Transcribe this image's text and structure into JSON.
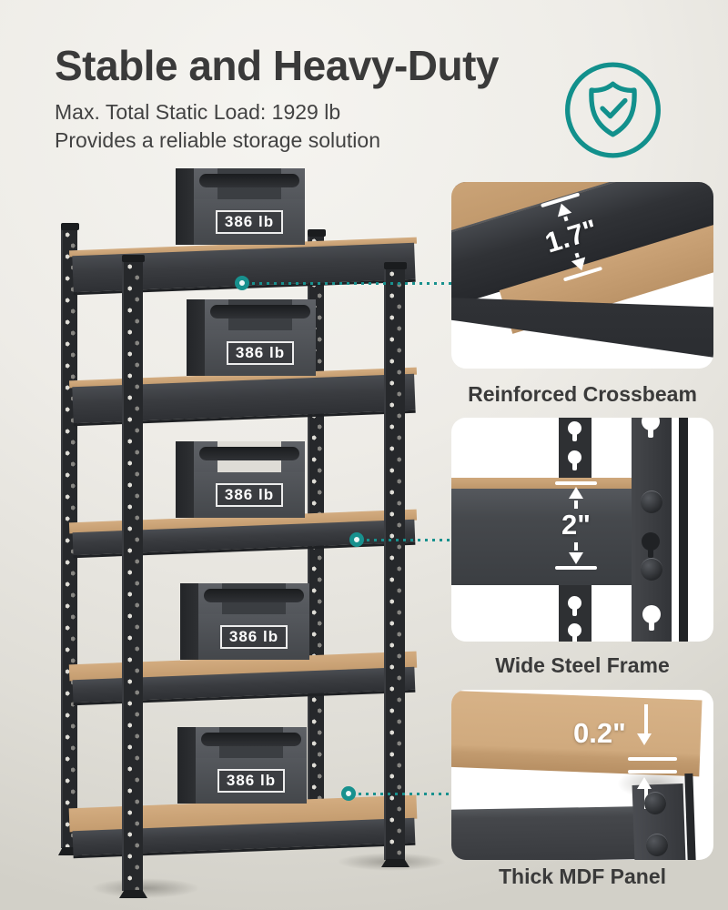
{
  "header": {
    "title": "Stable and Heavy-Duty",
    "subtitle_line1": "Max. Total Static Load: 1929 lb",
    "subtitle_line2": "Provides a reliable storage solution"
  },
  "badge": {
    "icon": "shield-check-icon"
  },
  "shelf": {
    "tiers": 5,
    "weight_label": "386 lb"
  },
  "callouts": [
    {
      "measurement": "1.7\"",
      "caption": "Reinforced Crossbeam"
    },
    {
      "measurement": "2\"",
      "caption": "Wide Steel Frame"
    },
    {
      "measurement": "0.2\"",
      "caption": "Thick MDF Panel"
    }
  ],
  "colors": {
    "accent_teal": "#18918E",
    "title_text": "#3A3A3A",
    "mdf_tan": "#C9A379",
    "metal_dark": "#2B2D30",
    "background": "#ECEAE4"
  }
}
